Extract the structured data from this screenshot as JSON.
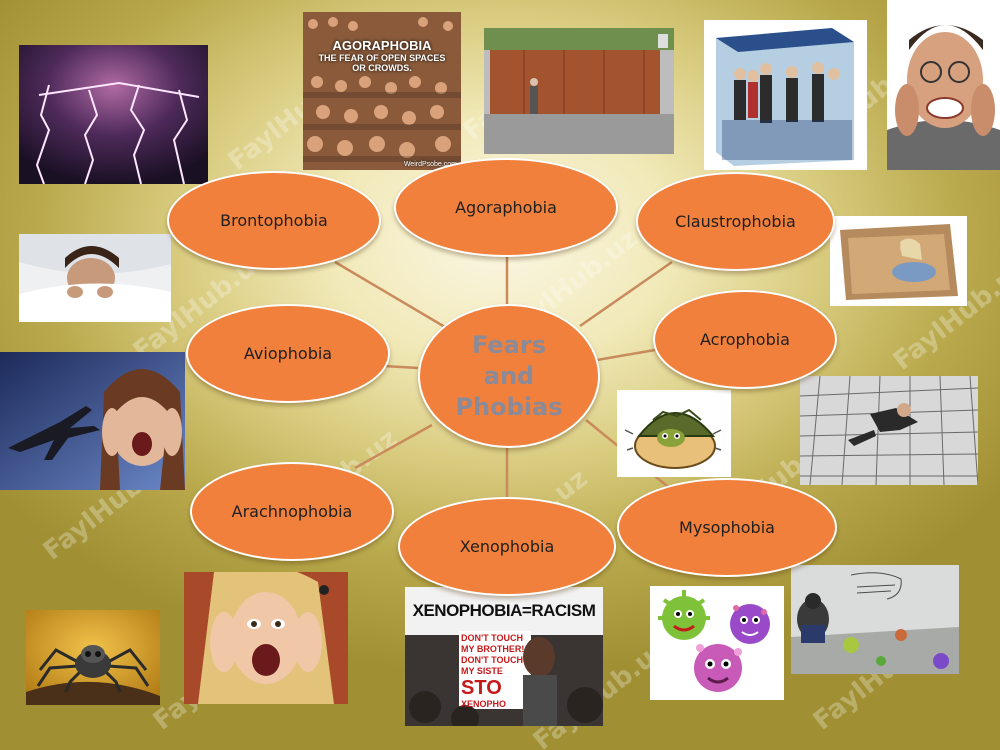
{
  "diagram": {
    "center": "Fears\nand\nPhobias",
    "nodes": [
      "Brontophobia",
      "Agoraphobia",
      "Claustrophobia",
      "Aviophobia",
      "Acrophobia",
      "Arachnophobia",
      "Xenophobia",
      "Mysophobia"
    ]
  },
  "images": {
    "agoraphobia_poster": {
      "title": "AGORAPHOBIA",
      "caption_1": "THE FEAR OF OPEN SPACES",
      "caption_2": "OR CROWDS.",
      "credit": "WeirdPsobe.com"
    },
    "xenophobia_protest": {
      "banner": "XENOPHOBIA=RACISM",
      "sign_1": "DON'T TOUCH",
      "sign_2": "MY BROTHER!",
      "sign_3": "DON'T TOUCH",
      "sign_4": "MY SISTE",
      "sign_5": "STO",
      "sign_6": "XENOPHO"
    }
  },
  "watermark": "FaylHub.uz",
  "colors": {
    "node_fill": "#f0803c",
    "node_border": "#ffffff",
    "connector": "#c98a5c",
    "center_text": "#8a8a98"
  }
}
